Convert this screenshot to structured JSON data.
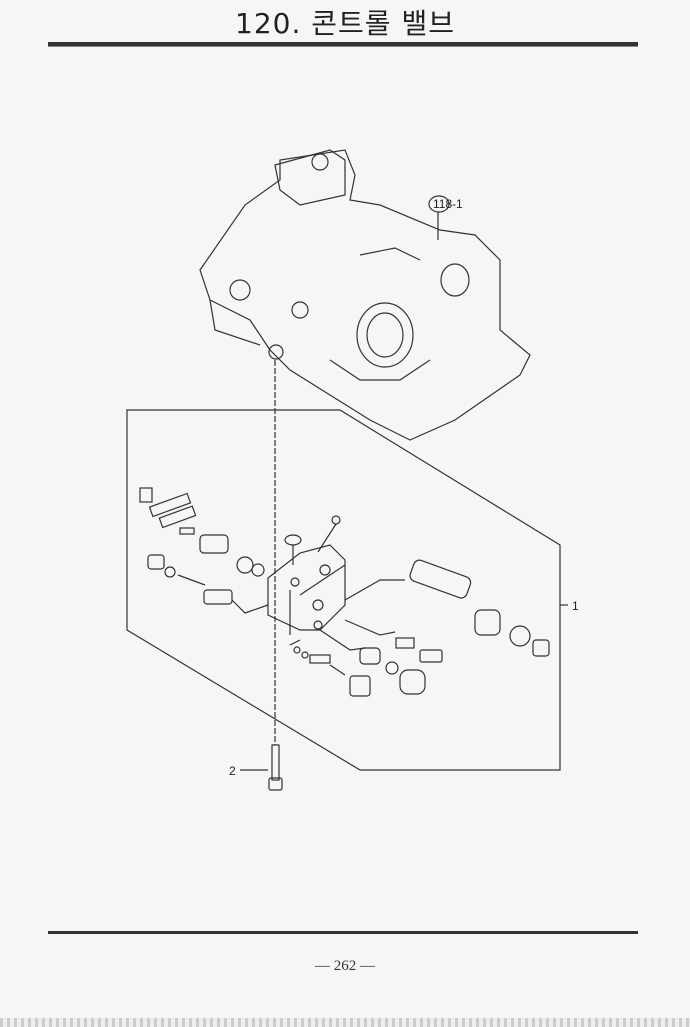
{
  "page": {
    "title": "120. 콘트롤 밸브",
    "page_number": "— 262 —"
  },
  "diagram": {
    "ref_callout": {
      "circled": "118",
      "suffix": "-1"
    },
    "callouts": [
      {
        "label": "1"
      },
      {
        "label": "2"
      }
    ]
  }
}
